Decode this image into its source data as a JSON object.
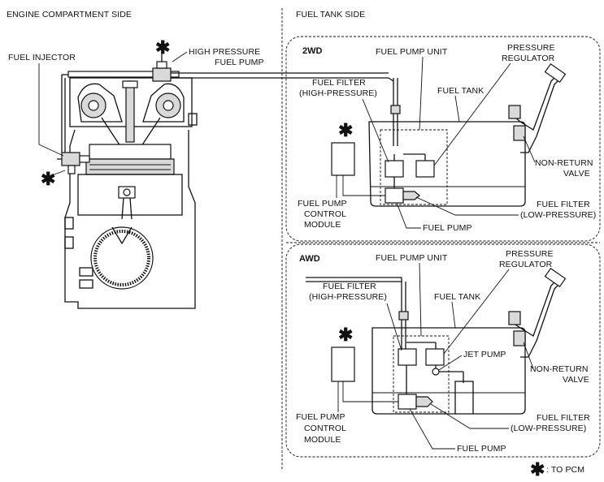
{
  "headers": {
    "engine_side": "ENGINE COMPARTMENT SIDE",
    "tank_side": "FUEL TANK SIDE"
  },
  "engine_labels": {
    "fuel_injector": "FUEL INJECTOR",
    "hp_pump_line1": "HIGH PRESSURE",
    "hp_pump_line2": "FUEL PUMP"
  },
  "panel_2wd": {
    "title": "2WD",
    "fuel_pump_unit": "FUEL PUMP UNIT",
    "pressure_regulator_line1": "PRESSURE",
    "pressure_regulator_line2": "REGULATOR",
    "fuel_filter_hp_line1": "FUEL FILTER",
    "fuel_filter_hp_line2": "(HIGH-PRESSURE)",
    "fuel_tank": "FUEL TANK",
    "non_return_line1": "NON-RETURN",
    "non_return_line2": "VALVE",
    "fuel_filter_lp_line1": "FUEL FILTER",
    "fuel_filter_lp_line2": "(LOW-PRESSURE)",
    "fpcm_line1": "FUEL PUMP",
    "fpcm_line2": "CONTROL",
    "fpcm_line3": "MODULE",
    "fuel_pump": "FUEL PUMP"
  },
  "panel_awd": {
    "title": "AWD",
    "fuel_pump_unit": "FUEL PUMP UNIT",
    "pressure_regulator_line1": "PRESSURE",
    "pressure_regulator_line2": "REGULATOR",
    "fuel_filter_hp_line1": "FUEL FILTER",
    "fuel_filter_hp_line2": "(HIGH-PRESSURE)",
    "fuel_tank": "FUEL TANK",
    "jet_pump": "JET PUMP",
    "non_return_line1": "NON-RETURN",
    "non_return_line2": "VALVE",
    "fuel_filter_lp_line1": "FUEL FILTER",
    "fuel_filter_lp_line2": "(LOW-PRESSURE)",
    "fpcm_line1": "FUEL PUMP",
    "fpcm_line2": "CONTROL",
    "fpcm_line3": "MODULE",
    "fuel_pump": "FUEL PUMP"
  },
  "asterisk": "✱",
  "legend": {
    "symbol": "✱",
    "text": ": TO PCM"
  }
}
